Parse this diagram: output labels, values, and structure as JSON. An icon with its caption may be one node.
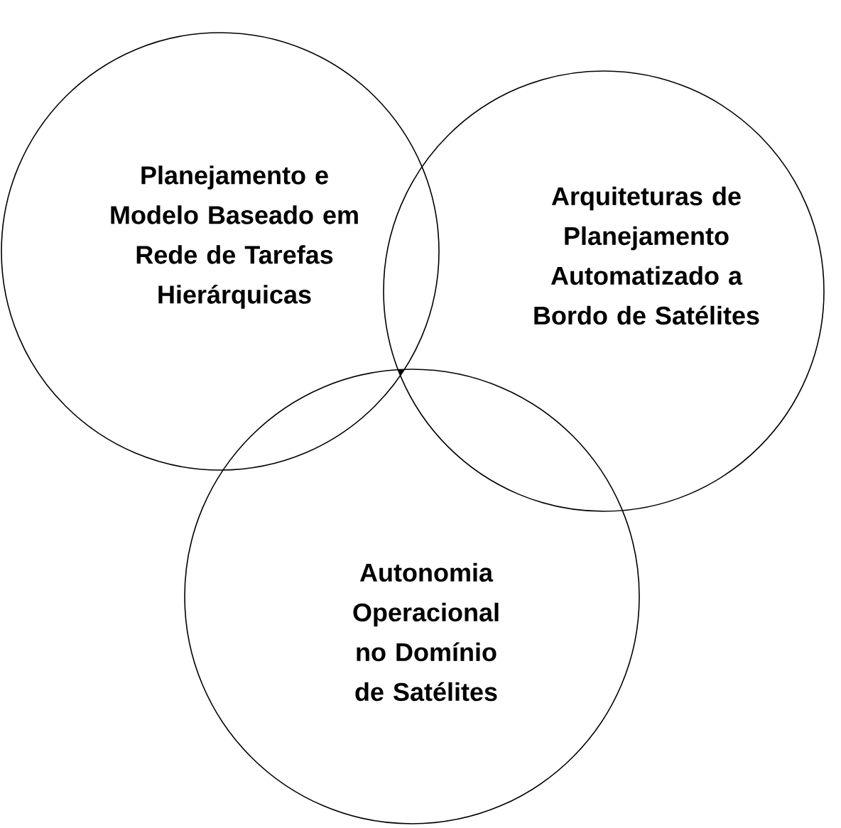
{
  "diagram": {
    "nodes": [
      {
        "text": [
          "Planejamento e Modelo Baseado em Rede de Tarefas Hierárquicas"
        ]
      },
      {
        "text": [
          "Arquiteturas de Planejamento Automatizado a Bordo de Satélites"
        ]
      },
      {
        "text": [
          "Autonomia Operacional no Domínio de Satélites"
        ]
      }
    ]
  }
}
